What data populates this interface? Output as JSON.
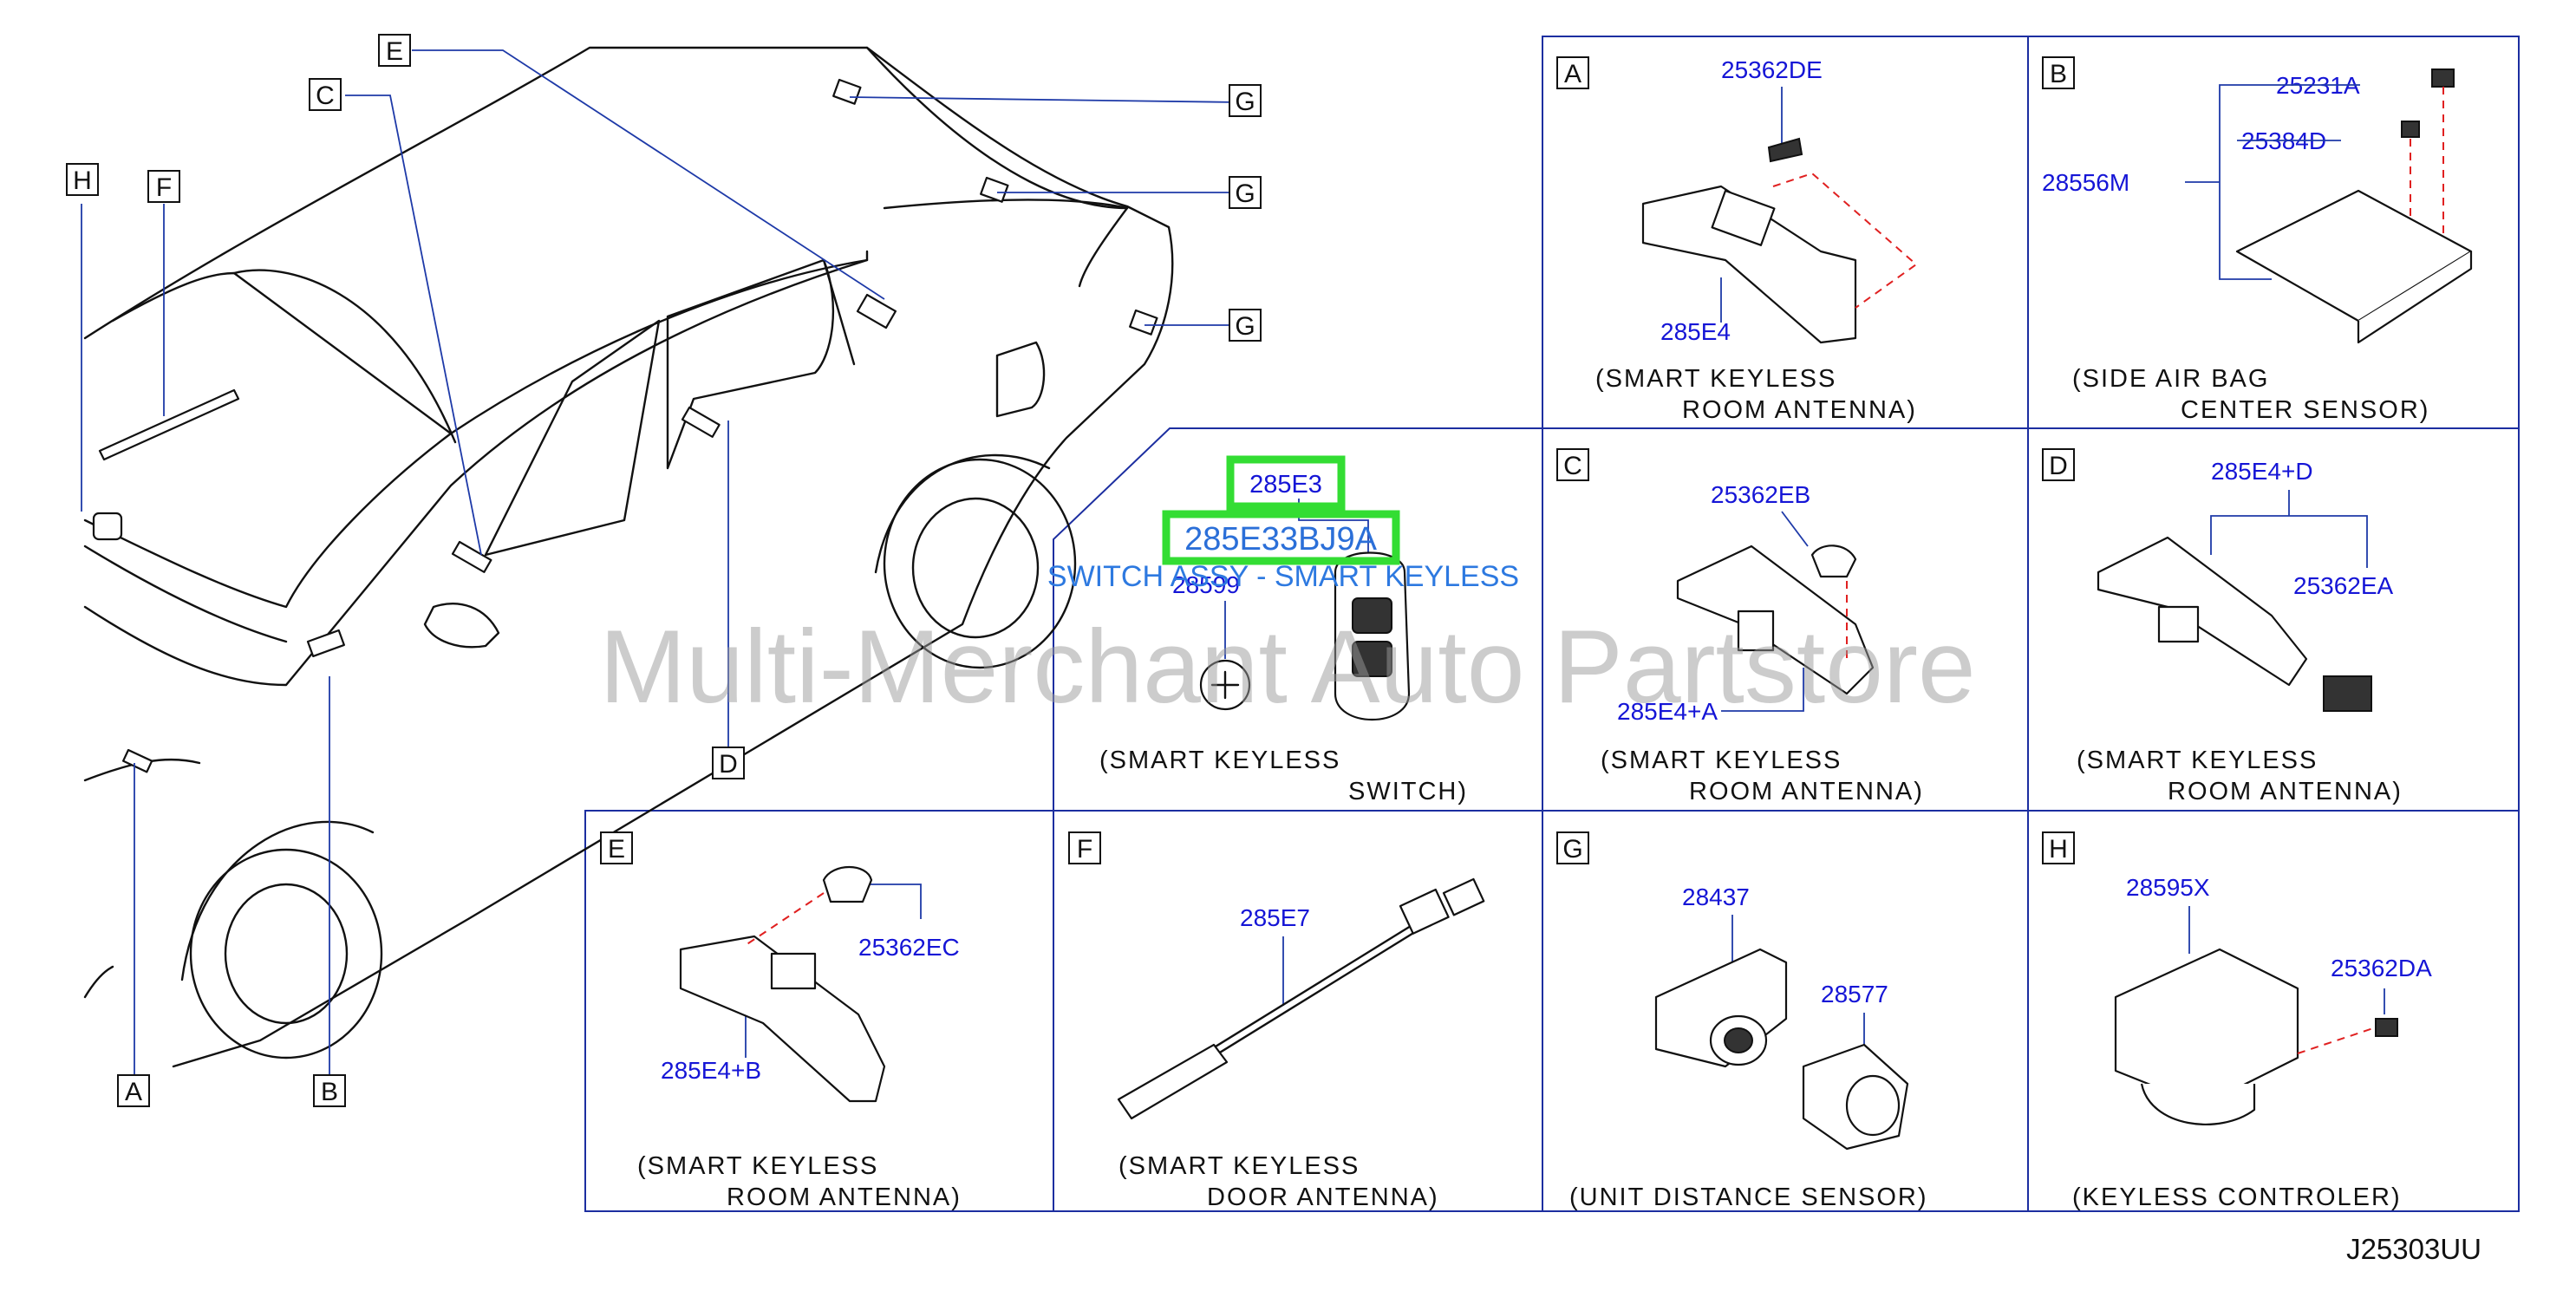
{
  "callouts": {
    "highlight_part": "285E3",
    "highlight_full_part": "285E33BJ9A",
    "highlight_name": "SWITCH ASSY - SMART KEYLESS"
  },
  "watermark": "Multi-Merchant Auto Partstore",
  "diagram_code": "J25303UU",
  "overview_letters": {
    "A": "A",
    "B": "B",
    "C": "C",
    "D": "D",
    "E": "E",
    "F": "F",
    "G": "G",
    "H": "H"
  },
  "panels": {
    "A": {
      "letter": "A",
      "parts": [
        "25362DE",
        "285E4"
      ],
      "caption1": "(SMART   KEYLESS",
      "caption2": "ROOM   ANTENNA)"
    },
    "B": {
      "letter": "B",
      "parts": [
        "25231A",
        "25384D",
        "28556M"
      ],
      "caption1": "(SIDE   AIR   BAG",
      "caption2": "CENTER   SENSOR)"
    },
    "switch": {
      "parts": [
        "285E3",
        "28599"
      ],
      "caption1": "(SMART   KEYLESS",
      "caption2": "SWITCH)"
    },
    "C": {
      "letter": "C",
      "parts": [
        "25362EB",
        "285E4+A"
      ],
      "caption1": "(SMART   KEYLESS",
      "caption2": "ROOM   ANTENNA)"
    },
    "D": {
      "letter": "D",
      "parts": [
        "285E4+D",
        "25362EA"
      ],
      "caption1": "(SMART   KEYLESS",
      "caption2": "ROOM   ANTENNA)"
    },
    "E": {
      "letter": "E",
      "parts": [
        "25362EC",
        "285E4+B"
      ],
      "caption1": "(SMART   KEYLESS",
      "caption2": "ROOM   ANTENNA)"
    },
    "F": {
      "letter": "F",
      "parts": [
        "285E7"
      ],
      "caption1": "(SMART   KEYLESS",
      "caption2": "DOOR   ANTENNA)"
    },
    "G": {
      "letter": "G",
      "parts": [
        "28437",
        "28577"
      ],
      "caption1": "(UNIT   DISTANCE   SENSOR)"
    },
    "H": {
      "letter": "H",
      "parts": [
        "28595X",
        "25362DA"
      ],
      "caption1": "(KEYLESS   CONTROLER)"
    }
  }
}
